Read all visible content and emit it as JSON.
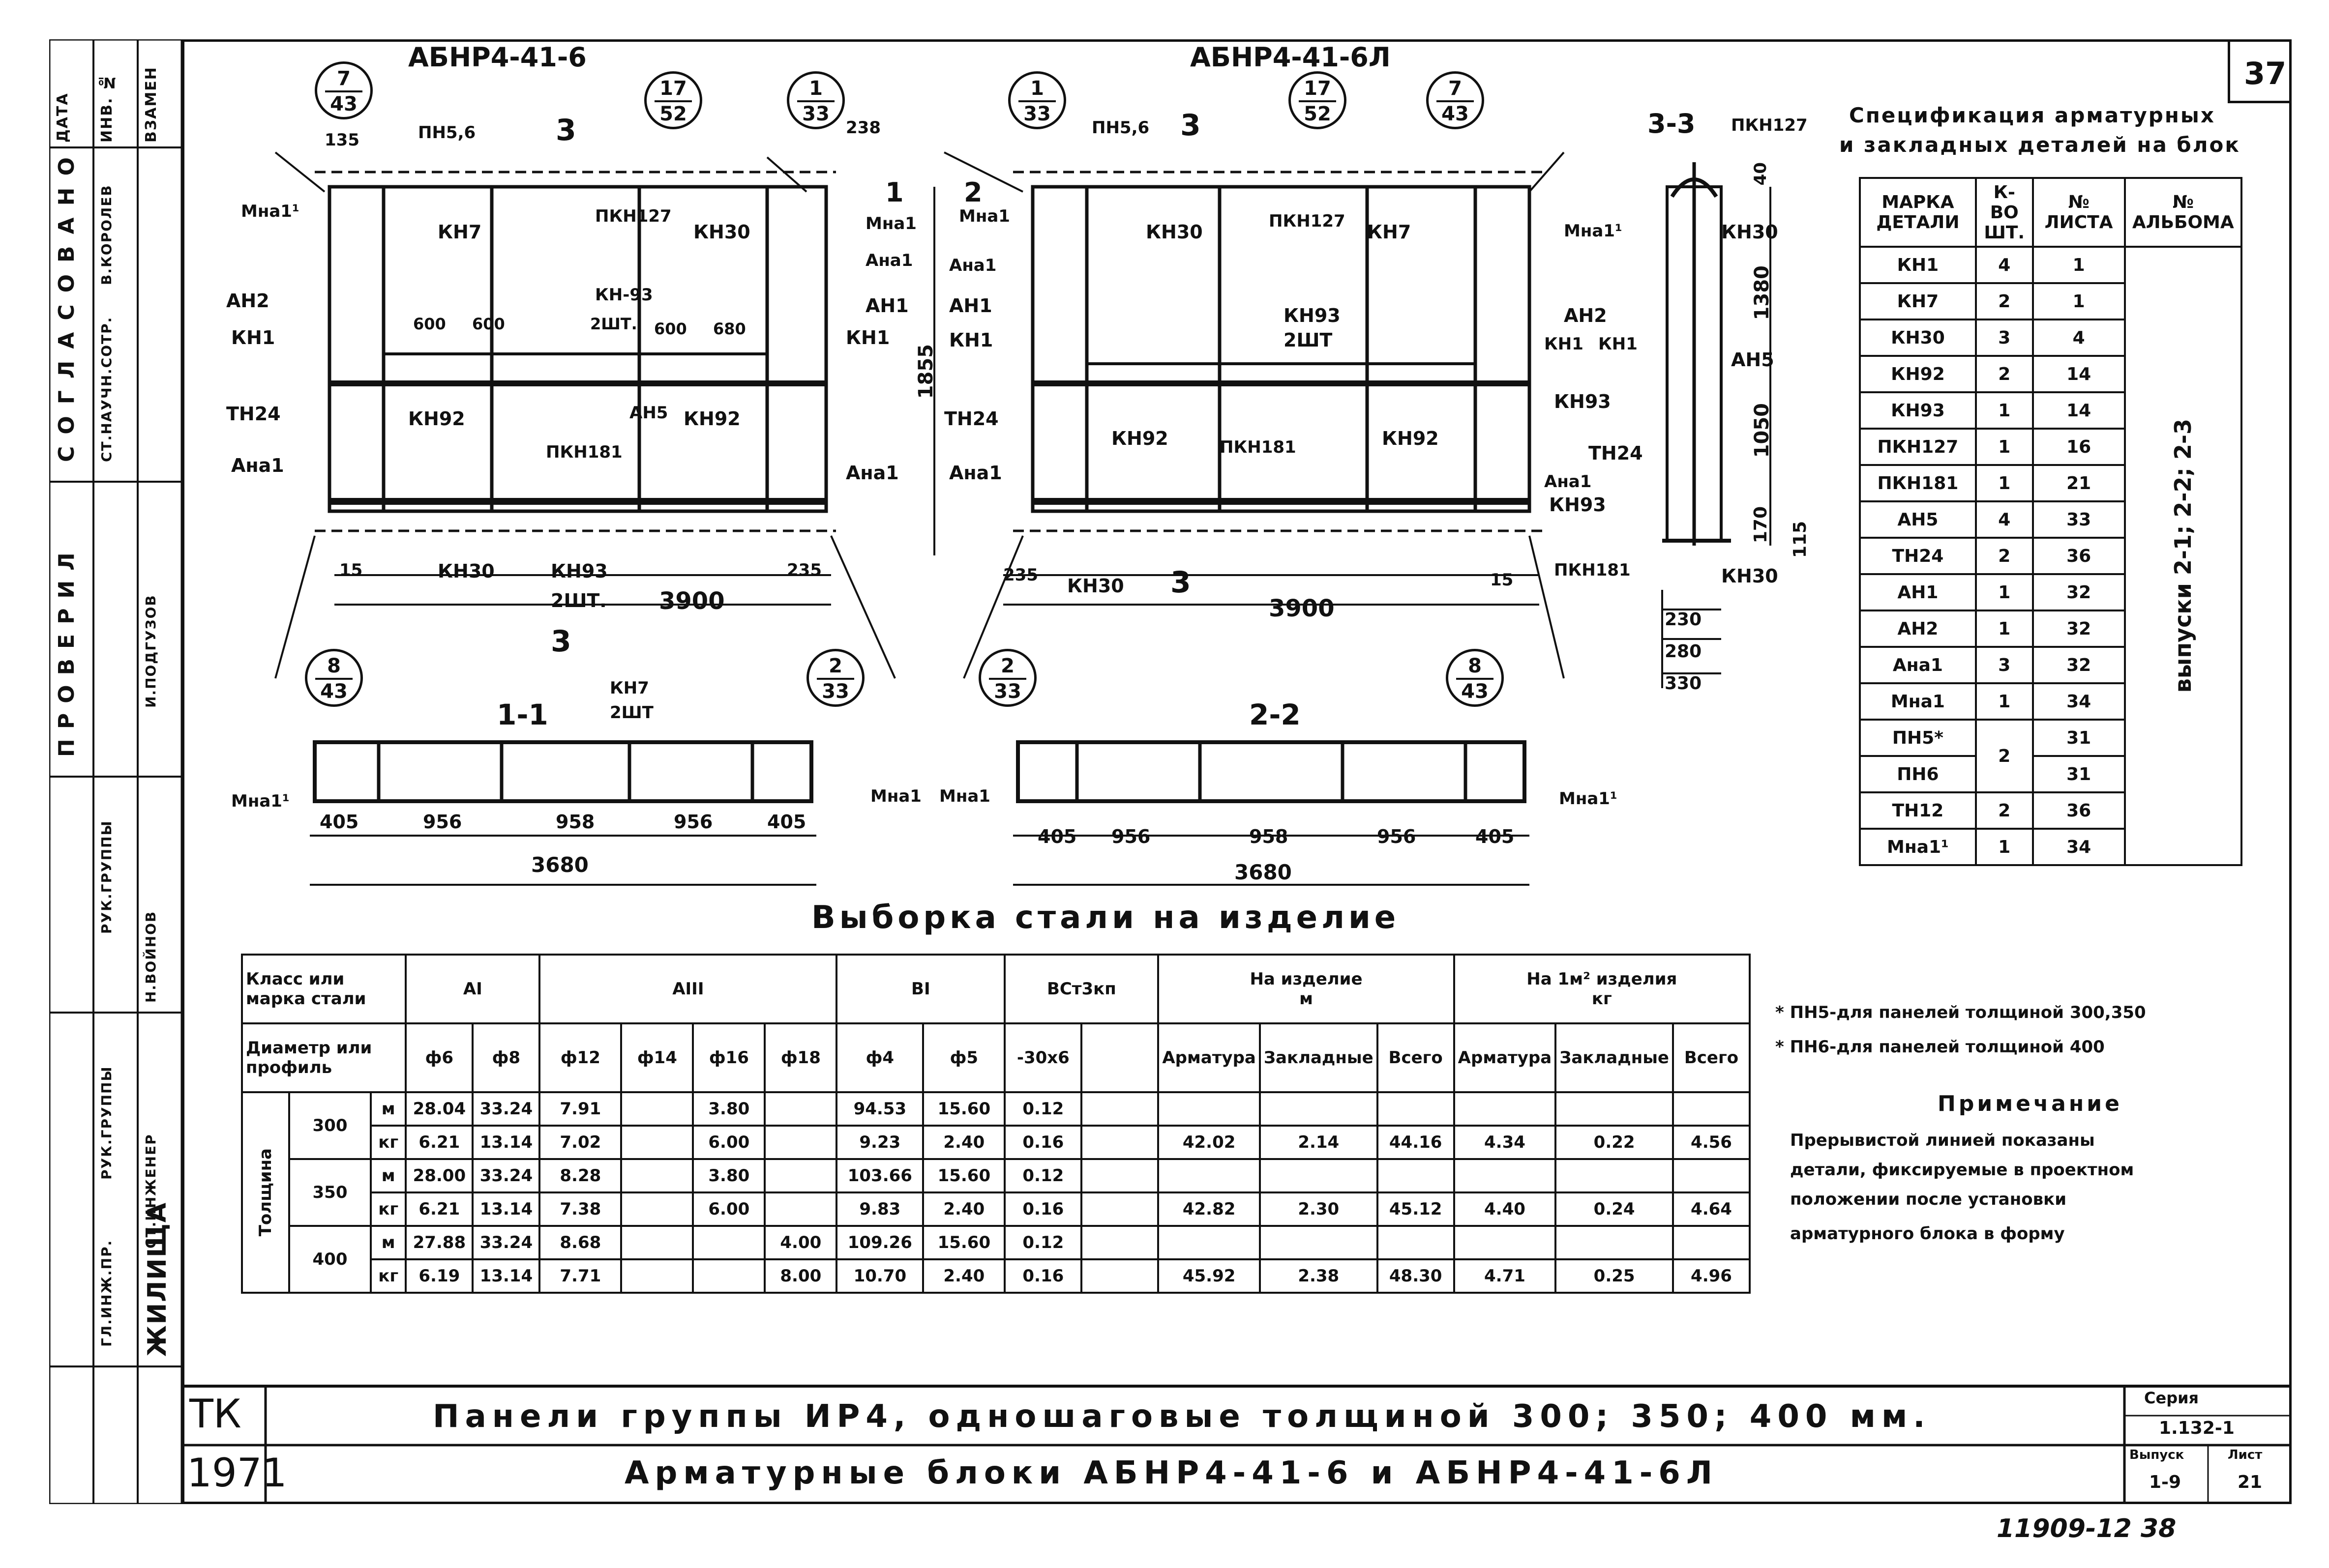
{
  "sheet_number": "37",
  "titles": {
    "left_block": "АБНР4-41-6",
    "right_block": "АБНР4-41-6Л",
    "section_33": "3-3",
    "section_11": "1-1",
    "section_22": "2-2"
  },
  "callouts_top": [
    "7/43",
    "17/52",
    "1/33",
    "1/33",
    "17/52",
    "7/43"
  ],
  "callouts_bottom": [
    "8/43",
    "2/33",
    "2/33",
    "8/43"
  ],
  "left_labels": [
    "ПН5,6",
    "135",
    "3",
    "238",
    "1",
    "Мна1¹",
    "КН7",
    "ПКН127",
    "КН30",
    "Мна1",
    "АН2",
    "Ана1",
    "КН1",
    "КН-93",
    "АН1",
    "600",
    "600",
    "2ШТ.",
    "600",
    "680",
    "КН1",
    "ТН24",
    "КН92",
    "АН5",
    "КН92",
    "ПКН181",
    "Ана1",
    "Ана1",
    "15",
    "КН30",
    "КН93",
    "235",
    "2ШТ.",
    "3900",
    "3",
    "1855"
  ],
  "right_labels": [
    "ПН5,6",
    "3",
    "2",
    "Мна1",
    "КН30",
    "ПКН127",
    "КН7",
    "Мна1¹",
    "Ана1",
    "АН1",
    "КН93",
    "2ШТ",
    "АН2",
    "КН1",
    "КН1",
    "КН1",
    "ТН24",
    "КН92",
    "ПКН181",
    "КН92",
    "Ана1",
    "235",
    "КН30",
    "3",
    "3900",
    "15"
  ],
  "sec33_labels": [
    "ПКН127",
    "КН30",
    "1380",
    "АН5",
    "КН93",
    "1050",
    "ТН24",
    "Ана1",
    "КН93",
    "ПКН181",
    "КН30",
    "170",
    "115",
    "230",
    "280",
    "330",
    "40"
  ],
  "sec11_labels": [
    "КН7",
    "2ШТ",
    "Мна1¹",
    "Мна1",
    "405",
    "956",
    "958",
    "956",
    "405",
    "3680"
  ],
  "sec22_labels": [
    "Мна1",
    "Мна1¹",
    "405",
    "956",
    "958",
    "956",
    "405",
    "3680"
  ],
  "spec": {
    "title_line1": "Спецификация арматурных",
    "title_line2": "и закладных деталей на блок",
    "head": [
      "МАРКА ДЕТАЛИ",
      "К-ВО ШТ.",
      "№ ЛИСТА",
      "№ АЛЬБОМА"
    ],
    "rows": [
      [
        "КН1",
        "4",
        "1"
      ],
      [
        "КН7",
        "2",
        "1"
      ],
      [
        "КН30",
        "3",
        "4"
      ],
      [
        "КН92",
        "2",
        "14"
      ],
      [
        "КН93",
        "1",
        "14"
      ],
      [
        "ПКН127",
        "1",
        "16"
      ],
      [
        "ПКН181",
        "1",
        "21"
      ],
      [
        "АН5",
        "4",
        "33"
      ],
      [
        "ТН24",
        "2",
        "36"
      ],
      [
        "АН1",
        "1",
        "32"
      ],
      [
        "АН2",
        "1",
        "32"
      ],
      [
        "Ана1",
        "3",
        "32"
      ],
      [
        "Мна1",
        "1",
        "34"
      ],
      [
        "ПН5*",
        "2",
        "31"
      ],
      [
        "ПН6",
        "",
        "31"
      ],
      [
        "ТН12",
        "2",
        "36"
      ],
      [
        "Мна1¹",
        "1",
        "34"
      ]
    ],
    "album_text": "выпуски 2-1; 2-2; 2-3"
  },
  "steel": {
    "title": "Выборка стали на изделие",
    "h_class": "Класс или марка стали",
    "h_diam": "Диаметр или профиль",
    "h_thick": "Толщина",
    "groups": [
      "АI",
      "АIII",
      "ВI",
      "ВСт3кп",
      "На изделие",
      "На 1м² изделия"
    ],
    "units": [
      "м",
      "кг"
    ],
    "cols": [
      "ф6",
      "ф8",
      "ф12",
      "ф14",
      "ф16",
      "ф18",
      "ф4",
      "ф5",
      "-30х6",
      "",
      "Арматура",
      "Закладные",
      "Всего",
      "Арматура",
      "Закладные",
      "Всего"
    ],
    "rows": [
      {
        "t": "300",
        "u": "м",
        "v": [
          "28.04",
          "33.24",
          "7.91",
          "",
          "3.80",
          "",
          "94.53",
          "15.60",
          "0.12",
          "",
          "",
          "",
          "",
          "",
          "",
          ""
        ]
      },
      {
        "t": "",
        "u": "кг",
        "v": [
          "6.21",
          "13.14",
          "7.02",
          "",
          "6.00",
          "",
          "9.23",
          "2.40",
          "0.16",
          "",
          "42.02",
          "2.14",
          "44.16",
          "4.34",
          "0.22",
          "4.56"
        ]
      },
      {
        "t": "350",
        "u": "м",
        "v": [
          "28.00",
          "33.24",
          "8.28",
          "",
          "3.80",
          "",
          "103.66",
          "15.60",
          "0.12",
          "",
          "",
          "",
          "",
          "",
          "",
          ""
        ]
      },
      {
        "t": "",
        "u": "кг",
        "v": [
          "6.21",
          "13.14",
          "7.38",
          "",
          "6.00",
          "",
          "9.83",
          "2.40",
          "0.16",
          "",
          "42.82",
          "2.30",
          "45.12",
          "4.40",
          "0.24",
          "4.64"
        ]
      },
      {
        "t": "400",
        "u": "м",
        "v": [
          "27.88",
          "33.24",
          "8.68",
          "",
          "",
          "4.00",
          "109.26",
          "15.60",
          "0.12",
          "",
          "",
          "",
          "",
          "",
          "",
          ""
        ]
      },
      {
        "t": "",
        "u": "кг",
        "v": [
          "6.19",
          "13.14",
          "7.71",
          "",
          "",
          "8.00",
          "10.70",
          "2.40",
          "0.16",
          "",
          "45.92",
          "2.38",
          "48.30",
          "4.71",
          "0.25",
          "4.96"
        ]
      }
    ]
  },
  "notes": {
    "n1": "* ПН5-для панелей толщиной 300,350",
    "n2": "* ПН6-для панелей толщиной 400",
    "heading": "Примечание",
    "body1": "Прерывистой линией показаны",
    "body2": "детали, фиксируемые в проектном",
    "body3": "положении после установки",
    "body4": "арматурного блока в форму"
  },
  "title_block": {
    "tk": "ТК",
    "year": "1971",
    "line1": "Панели группы ИР4, одношаговые толщиной 300; 350; 400 мм.",
    "line2": "Арматурные блоки АБНР4-41-6 и АБНР4-41-6Л",
    "series_label": "Серия",
    "series_value": "1.132-1",
    "issue_label": "Выпуск",
    "issue_value": "1-9",
    "sheet_label": "Лист",
    "sheet_value": "21",
    "footer": "11909-12  38"
  },
  "side_stamp": {
    "col_heads": [
      "ДАТА",
      "ИНВ. №",
      "ВЗАМЕН"
    ],
    "approved": "СОГЛАСОВАНО",
    "checked": "ПРОВЕРИЛ",
    "roles": [
      "В.КОРОЛЕВ",
      "СТ.НАУЧН.СОТР.",
      "РУК.ГРУППЫ",
      "И.ПОДГУЗОВ",
      "РУК.ГРУППЫ",
      "ГЛ.ИНЖ.ПР.",
      "СТ.ИНЖЕНЕР",
      "Н.ВОЙНОВ",
      "ЖИЛИЩА"
    ]
  }
}
